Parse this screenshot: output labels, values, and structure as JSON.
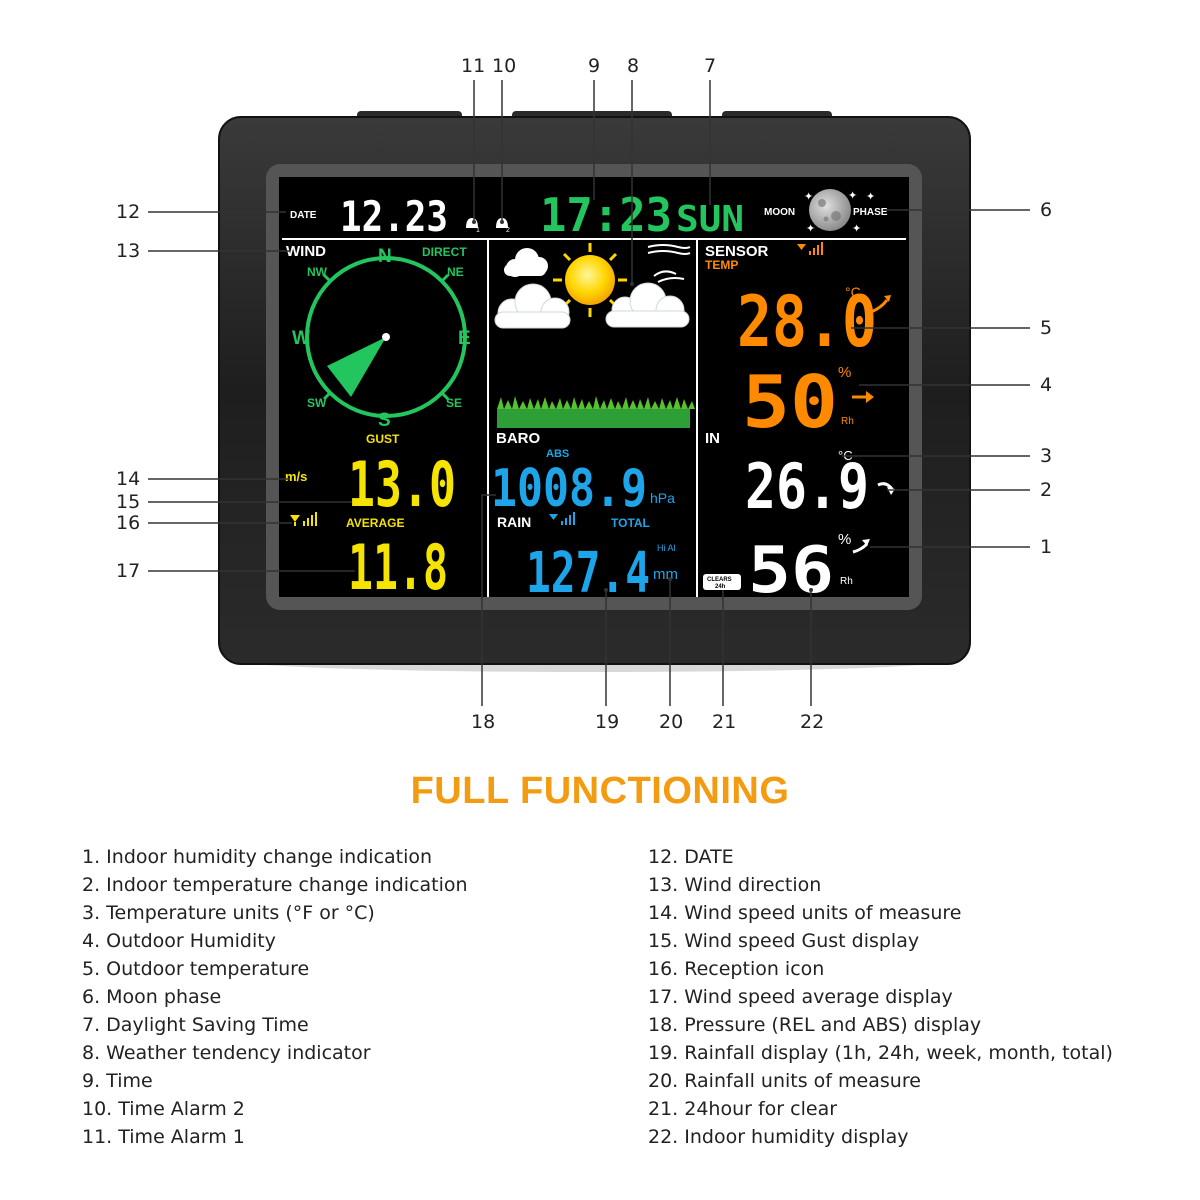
{
  "page": {
    "title": "FULL FUNCTIONING"
  },
  "callouts": [
    "1",
    "2",
    "3",
    "4",
    "5",
    "6",
    "7",
    "8",
    "9",
    "10",
    "11",
    "12",
    "13",
    "14",
    "15",
    "16",
    "17",
    "18",
    "19",
    "20",
    "21",
    "22"
  ],
  "display": {
    "date_label": "DATE",
    "date_value": "12.23",
    "alarm1": "1",
    "alarm2": "2",
    "time": "17:23",
    "weekday": "SUN",
    "moon_label": "MOON",
    "phase_label": "PHASE",
    "wind_label": "WIND",
    "direct_label": "DIRECT",
    "compass": [
      "N",
      "NE",
      "E",
      "SE",
      "S",
      "SW",
      "W",
      "NW"
    ],
    "gust_label": "GUST",
    "speed_unit": "m/s",
    "gust_value": "13.0",
    "average_label": "AVERAGE",
    "average_value": "11.8",
    "baro_label": "BARO",
    "abs_label": "ABS",
    "baro_value": "1008.9",
    "baro_unit": "hPa",
    "rain_label": "RAIN",
    "total_label": "TOTAL",
    "hi_al_label": "Hi Al",
    "rain_value": "127.4",
    "rain_unit": "mm",
    "sensor_label": "SENSOR",
    "temp_label": "TEMP",
    "out_temp": "28.0",
    "out_temp_unit": "°C",
    "out_hum": "50",
    "pct": "%",
    "rh": "Rh",
    "in_label": "IN",
    "in_temp": "26.9",
    "in_temp_unit": "°C",
    "in_hum": "56",
    "clears_label": "CLEARS",
    "clears_period": "24h"
  },
  "legend_left": [
    "1. Indoor humidity change indication",
    "2. Indoor temperature change indication",
    "3. Temperature units (°F or °C)",
    "4. Outdoor Humidity",
    "5. Outdoor temperature",
    "6. Moon phase",
    "7. Daylight Saving Time",
    "8. Weather tendency indicator",
    "9. Time",
    "10. Time Alarm 2",
    "11. Time Alarm 1"
  ],
  "legend_right": [
    "12. DATE",
    "13. Wind direction",
    "14. Wind speed units of measure",
    "15. Wind speed Gust display",
    "16. Reception icon",
    "17. Wind speed average display",
    "18. Pressure (REL and ABS) display",
    "19. Rainfall display (1h, 24h, week, month, total)",
    "20. Rainfall units of measure",
    "21. 24hour for clear",
    "22. Indoor humidity display"
  ],
  "colors": {
    "accent": "#f39c12",
    "lcd_green": "#22c55e",
    "lcd_yellow": "#f5e400",
    "lcd_orange": "#ff8a00",
    "lcd_blue": "#1ea5e9",
    "lcd_white": "#ffffff"
  }
}
